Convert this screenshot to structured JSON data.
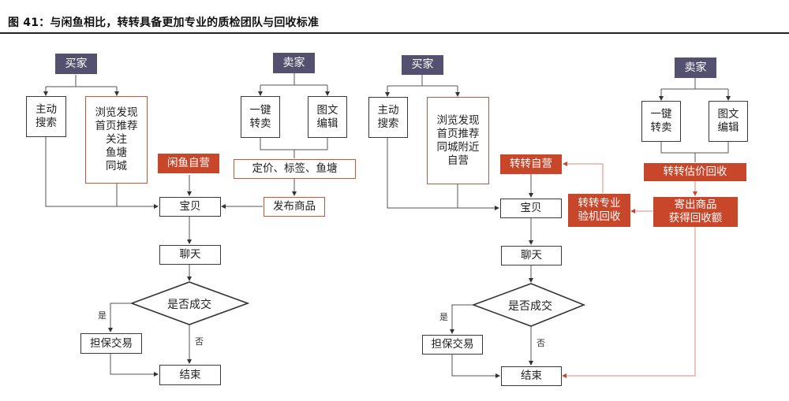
{
  "title": "图 41：与闲鱼相比，转转具备更加专业的质检团队与回收标准",
  "colors": {
    "actor_fill": "#54506f",
    "accent_fill": "#c8472b",
    "accent_outline": "#c0583c",
    "line": "#555555",
    "accent_line": "#d98a78"
  },
  "xianyu": {
    "buyer": "买家",
    "seller": "卖家",
    "search": "主动\n搜索",
    "browse": "浏览发现\n首页推荐\n关注\n鱼塘\n同城",
    "self_run": "闲鱼自营",
    "one_click": "一键\n转卖",
    "edit": "图文\n编辑",
    "pricing": "定价、标签、鱼塘",
    "publish": "发布商品",
    "item": "宝贝",
    "chat": "聊天",
    "decision": "是否成交",
    "yes": "是",
    "no": "否",
    "escrow": "担保交易",
    "end": "结束"
  },
  "zhuanzhuan": {
    "buyer": "买家",
    "seller": "卖家",
    "search": "主动\n搜索",
    "browse": "浏览发现\n首页推荐\n同城附近\n自营",
    "self_run": "转转自营",
    "one_click": "一键\n转卖",
    "edit": "图文\n编辑",
    "valuation": "转转估价回收",
    "ship": "寄出商品\n获得回收额",
    "inspect": "转转专业\n验机回收",
    "item": "宝贝",
    "chat": "聊天",
    "decision": "是否成交",
    "yes": "是",
    "no": "否",
    "escrow": "担保交易",
    "end": "结束"
  }
}
